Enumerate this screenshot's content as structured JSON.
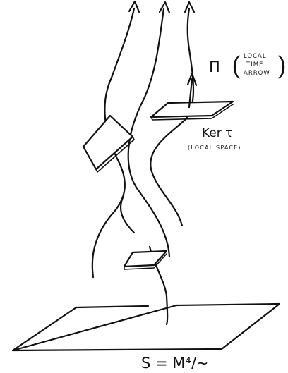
{
  "labels": {
    "tau_symbol": "Π",
    "local_time_arrow": [
      "LOCAL",
      "TIME",
      "ARROW"
    ],
    "paren_open": "(",
    "paren_close": ")",
    "kernel": "Ker τ",
    "local_space": "(LOCAL SPACE)",
    "base_space": "S = M⁴/~"
  }
}
